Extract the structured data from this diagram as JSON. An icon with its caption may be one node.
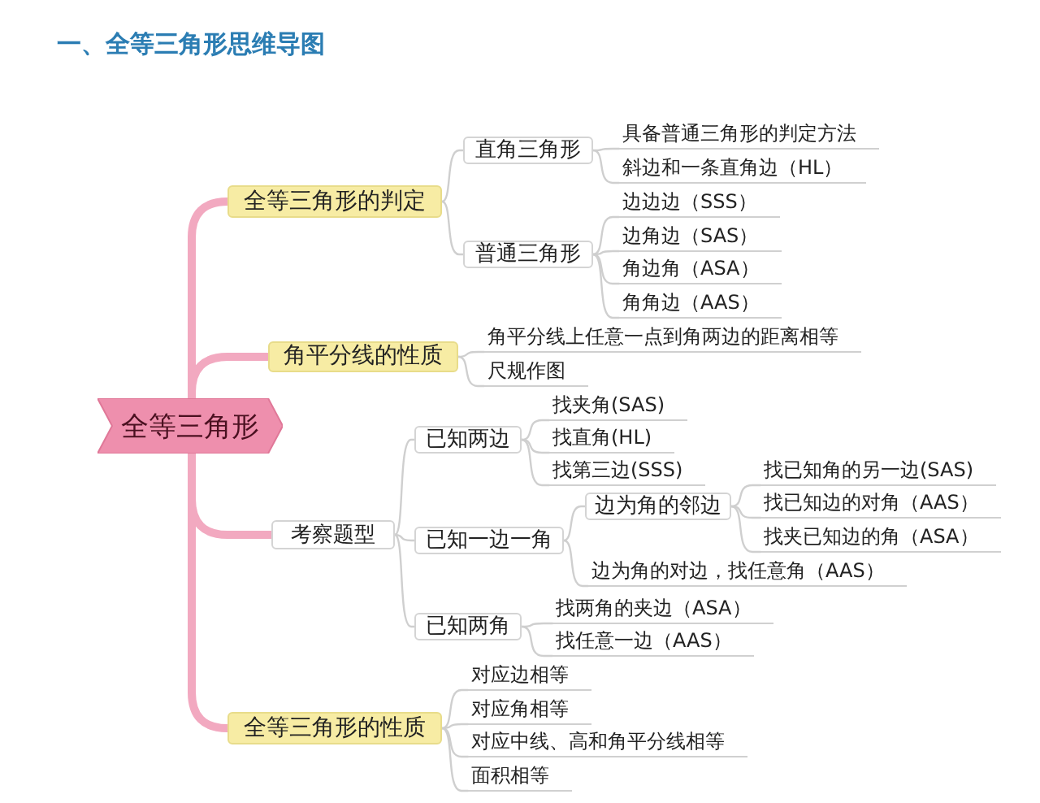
{
  "diagram": {
    "title": "一、全等三角形思维导图",
    "nodes": [
      {
        "text": [
          "全等三角形"
        ]
      },
      {
        "text": [
          "全等三角形的判定"
        ]
      },
      {
        "text": [
          "直角三角形"
        ]
      },
      {
        "text": [
          "具备普通三角形的判定方法"
        ]
      },
      {
        "text": [
          "斜边和一条直角边（HL）"
        ]
      },
      {
        "text": [
          "普通三角形"
        ]
      },
      {
        "text": [
          "边边边（SSS）"
        ]
      },
      {
        "text": [
          "边角边（SAS）"
        ]
      },
      {
        "text": [
          "角边角（ASA）"
        ]
      },
      {
        "text": [
          "角角边（AAS）"
        ]
      },
      {
        "text": [
          "角平分线的性质"
        ]
      },
      {
        "text": [
          "角平分线上任意一点到角两边的距离相等"
        ]
      },
      {
        "text": [
          "尺规作图"
        ]
      },
      {
        "text": [
          "考察题型"
        ]
      },
      {
        "text": [
          "已知两边"
        ]
      },
      {
        "text": [
          "找夹角(SAS)"
        ]
      },
      {
        "text": [
          "找直角(HL)"
        ]
      },
      {
        "text": [
          "找第三边(SSS)"
        ]
      },
      {
        "text": [
          "已知一边一角"
        ]
      },
      {
        "text": [
          "边为角的邻边"
        ]
      },
      {
        "text": [
          "找已知角的另一边(SAS)"
        ]
      },
      {
        "text": [
          "找已知边的对角（AAS）"
        ]
      },
      {
        "text": [
          "找夹已知边的角（ASA）"
        ]
      },
      {
        "text": [
          "边为角的对边，找任意角（AAS）"
        ]
      },
      {
        "text": [
          "已知两角"
        ]
      },
      {
        "text": [
          "找两角的夹边（ASA）"
        ]
      },
      {
        "text": [
          "找任意一边（AAS）"
        ]
      },
      {
        "text": [
          "全等三角形的性质"
        ]
      },
      {
        "text": [
          "对应边相等"
        ]
      },
      {
        "text": [
          "对应角相等"
        ]
      },
      {
        "text": [
          "对应中线、高和角平分线相等"
        ]
      },
      {
        "text": [
          "面积相等"
        ]
      }
    ],
    "edges": [
      {
        "from": 0,
        "to": 1,
        "arrow": "none",
        "style": "thick",
        "color": "#f2a9c0"
      },
      {
        "from": 0,
        "to": 10,
        "arrow": "none",
        "style": "thick",
        "color": "#f2a9c0"
      },
      {
        "from": 0,
        "to": 13,
        "arrow": "none",
        "style": "thick",
        "color": "#f2a9c0"
      },
      {
        "from": 0,
        "to": 27,
        "arrow": "none",
        "style": "thick",
        "color": "#f2a9c0"
      },
      {
        "from": 1,
        "to": 2,
        "arrow": "none"
      },
      {
        "from": 1,
        "to": 5,
        "arrow": "none"
      },
      {
        "from": 2,
        "to": 3,
        "arrow": "none"
      },
      {
        "from": 2,
        "to": 4,
        "arrow": "none"
      },
      {
        "from": 5,
        "to": 6,
        "arrow": "none"
      },
      {
        "from": 5,
        "to": 7,
        "arrow": "none"
      },
      {
        "from": 5,
        "to": 8,
        "arrow": "none"
      },
      {
        "from": 5,
        "to": 9,
        "arrow": "none"
      },
      {
        "from": 10,
        "to": 11,
        "arrow": "none"
      },
      {
        "from": 10,
        "to": 12,
        "arrow": "none"
      },
      {
        "from": 13,
        "to": 14,
        "arrow": "none"
      },
      {
        "from": 13,
        "to": 18,
        "arrow": "none"
      },
      {
        "from": 13,
        "to": 24,
        "arrow": "none"
      },
      {
        "from": 14,
        "to": 15,
        "arrow": "none"
      },
      {
        "from": 14,
        "to": 16,
        "arrow": "none"
      },
      {
        "from": 14,
        "to": 17,
        "arrow": "none"
      },
      {
        "from": 18,
        "to": 19,
        "arrow": "none"
      },
      {
        "from": 18,
        "to": 23,
        "arrow": "none"
      },
      {
        "from": 19,
        "to": 20,
        "arrow": "none"
      },
      {
        "from": 19,
        "to": 21,
        "arrow": "none"
      },
      {
        "from": 19,
        "to": 22,
        "arrow": "none"
      },
      {
        "from": 24,
        "to": 25,
        "arrow": "none"
      },
      {
        "from": 24,
        "to": 26,
        "arrow": "none"
      },
      {
        "from": 27,
        "to": 28,
        "arrow": "none"
      },
      {
        "from": 27,
        "to": 29,
        "arrow": "none"
      },
      {
        "from": 27,
        "to": 30,
        "arrow": "none"
      },
      {
        "from": 27,
        "to": 31,
        "arrow": "none"
      }
    ]
  }
}
